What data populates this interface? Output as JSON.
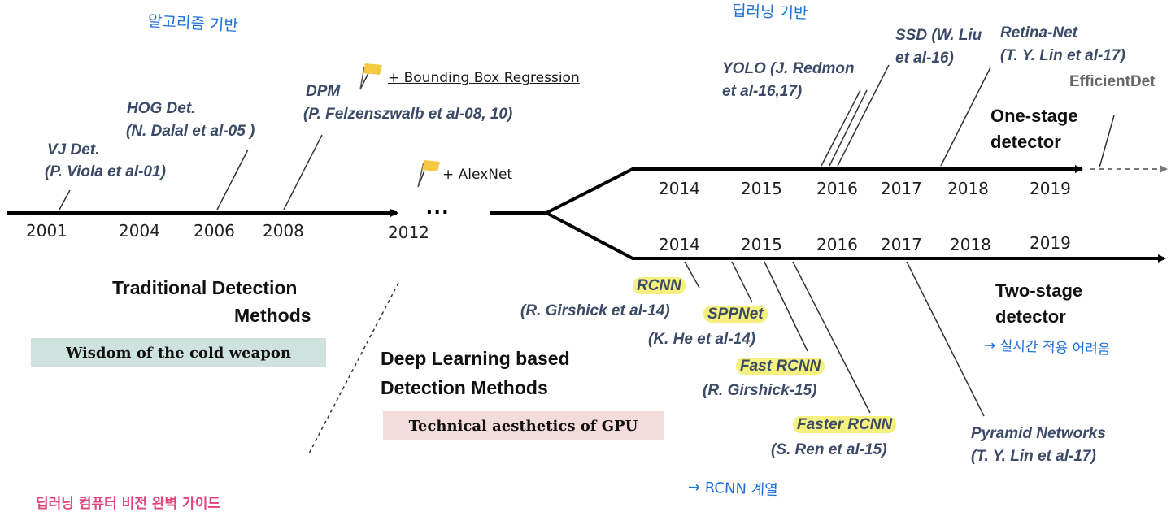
{
  "upper_years": [
    "2001",
    "2004",
    "2006",
    "2008",
    "2012"
  ],
  "ellipsis": "...",
  "one_stage_years": [
    "2014",
    "2015",
    "2016",
    "2017",
    "2018",
    "2019"
  ],
  "two_stage_years": [
    "2014",
    "2015",
    "2016",
    "2017",
    "2018",
    "2019"
  ],
  "traditional": {
    "vj": {
      "name": "VJ Det.",
      "cite": "(P. Viola et al-01)"
    },
    "hog": {
      "name": "HOG Det.",
      "cite": "(N. Dalal et al-05 )"
    },
    "dpm": {
      "name": "DPM",
      "cite": "(P. Felzenszwalb et al-08, 10)"
    },
    "bbox_note": "+ Bounding Box Regression",
    "alexnet_note": "+ AlexNet",
    "heading_line1": "Traditional Detection",
    "heading_line2": "Methods",
    "box_label": "Wisdom of the cold weapon"
  },
  "deep": {
    "heading_line1": "Deep Learning based",
    "heading_line2": "Detection Methods",
    "box_label": "Technical aesthetics of GPU"
  },
  "one_stage": {
    "yolo": {
      "line1": "YOLO (J. Redmon",
      "line2": "et al-16,17)"
    },
    "ssd": {
      "line1": "SSD (W. Liu",
      "line2": "et al-16)"
    },
    "retina": {
      "line1": "Retina-Net",
      "line2": "(T. Y. Lin et al-17)"
    },
    "efficientdet": "EfficientDet",
    "label_line1": "One-stage",
    "label_line2": "detector"
  },
  "two_stage": {
    "rcnn": {
      "name": "RCNN",
      "cite": "(R. Girshick et al-14)"
    },
    "sppnet": {
      "name": "SPPNet",
      "cite": "(K. He et al-14)"
    },
    "fast_rcnn": {
      "name": "Fast RCNN",
      "cite": "(R. Girshick-15)"
    },
    "faster_rcnn": {
      "name": "Faster RCNN",
      "cite": "(S. Ren et al-15)"
    },
    "fpn": {
      "line1": "Pyramid Networks",
      "line2": "(T. Y. Lin et al-17)"
    },
    "label_line1": "Two-stage",
    "label_line2": "detector"
  },
  "handwritten": {
    "algorithm": "알고리즘 기반",
    "deeplearning": "딥러닝 기반",
    "realtime": "→ 실시간 적용 어려움",
    "rcnn_family": "→ RCNN 계열"
  },
  "footer_caption": "딥러닝 컴퓨터 비전 완벽 가이드",
  "colors": {
    "ref_text": "#3b4a66",
    "highlight": "#f5f07f",
    "teal_box": "#cfe3de",
    "pink_box": "#f4dcdc",
    "handwriting": "#1d6fd8",
    "flag": "#f5c842",
    "footer": "#e0457b"
  }
}
